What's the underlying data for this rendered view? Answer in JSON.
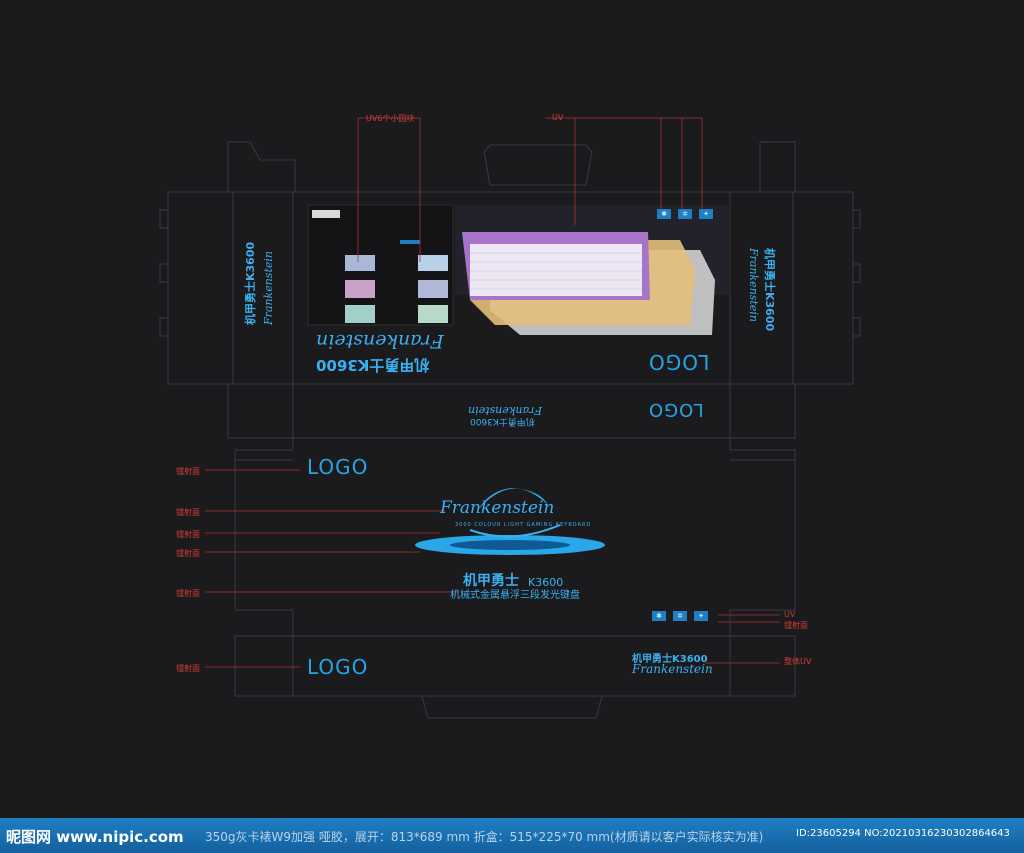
{
  "annotations": {
    "uv6": "UV6个小圆块",
    "uv": "UV",
    "radiation_face": "镭射面",
    "whole_uv": "整体UV"
  },
  "box": {
    "logo": "LOGO",
    "brand_en": "Frankenstein",
    "brand_cn": "机甲勇士",
    "model": "K3600",
    "brand_cn_model": "机甲勇士K3600",
    "subtitle_cn": "机械式金属悬浮三段发光键盘",
    "subtitle_en": "3000 COLOUR LIGHT GAMING KEYBOARD",
    "icons": [
      "✱",
      "✲",
      "✦"
    ]
  },
  "footer": {
    "site": "昵图网 www.nipic.com",
    "spec": "350g灰卡裱W9加强  哑胶，展开：813*689 mm   折盒：515*225*70 mm(材质请以客户实际核实为准)",
    "id": "ID:23605294 NO:20210316230302864643"
  },
  "colors": {
    "background": "#1b1b1d",
    "dieline": "#3a3a40",
    "annotation": "#d23a3a",
    "brand_blue": "#3ab0f0",
    "footer_blue": "#1f7fc4"
  }
}
